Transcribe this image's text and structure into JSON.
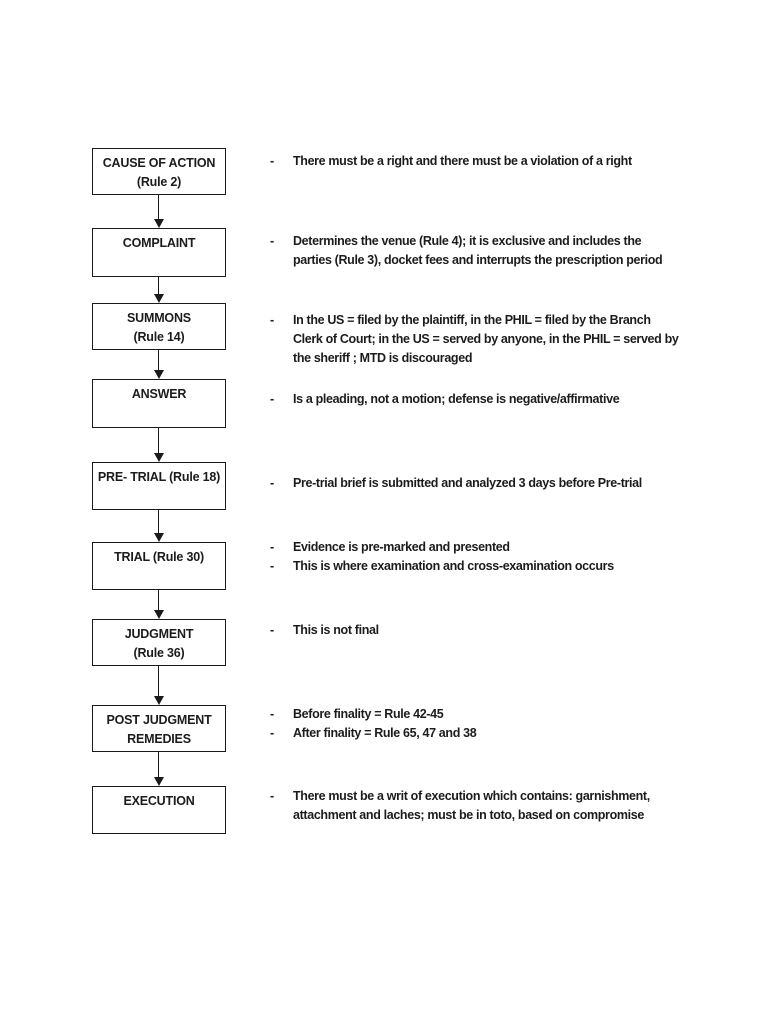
{
  "page": {
    "background": "#ffffff",
    "text_color": "#1c1c1c",
    "border_color": "#1b1b1b"
  },
  "flowchart": {
    "bullet_char": "-",
    "steps": [
      {
        "id": "cause-of-action",
        "box_lines": [
          "CAUSE OF ACTION",
          "(Rule 2)"
        ],
        "notes": [
          {
            "lines": [
              "There must be a right and there must be a violation of a right"
            ]
          }
        ]
      },
      {
        "id": "complaint",
        "box_lines": [
          "COMPLAINT"
        ],
        "notes": [
          {
            "lines": [
              "Determines the venue (Rule 4); it is exclusive and includes the",
              "parties (Rule 3), docket fees and interrupts the prescription period"
            ]
          }
        ]
      },
      {
        "id": "summons",
        "box_lines": [
          "SUMMONS",
          "(Rule 14)"
        ],
        "notes": [
          {
            "lines": [
              "In the US = filed by the plaintiff, in the PHIL = filed by the Branch",
              "Clerk of Court; in the US = served by anyone, in the PHIL = served by",
              "the sheriff ; MTD is discouraged"
            ]
          }
        ]
      },
      {
        "id": "answer",
        "box_lines": [
          "ANSWER"
        ],
        "notes": [
          {
            "lines": [
              "Is a pleading, not a motion; defense is negative/affirmative"
            ]
          }
        ]
      },
      {
        "id": "pre-trial",
        "box_lines": [
          "PRE- TRIAL (Rule 18)"
        ],
        "notes": [
          {
            "lines": [
              "Pre-trial brief is submitted and analyzed 3 days before Pre-trial"
            ]
          }
        ]
      },
      {
        "id": "trial",
        "box_lines": [
          "TRIAL (Rule 30)"
        ],
        "notes": [
          {
            "lines": [
              "Evidence is pre-marked and presented"
            ]
          },
          {
            "lines": [
              "This is where examination and cross-examination occurs"
            ]
          }
        ]
      },
      {
        "id": "judgment",
        "box_lines": [
          "JUDGMENT",
          "(Rule 36)"
        ],
        "notes": [
          {
            "lines": [
              "This is not final"
            ]
          }
        ]
      },
      {
        "id": "post-judgment-remedies",
        "box_lines": [
          "POST JUDGMENT",
          "REMEDIES"
        ],
        "notes": [
          {
            "lines": [
              "Before finality = Rule 42-45"
            ]
          },
          {
            "lines": [
              "After finality = Rule 65, 47 and 38"
            ]
          }
        ]
      },
      {
        "id": "execution",
        "box_lines": [
          "EXECUTION"
        ],
        "notes": [
          {
            "lines": [
              "There must be a writ of execution which contains: garnishment,",
              "attachment and laches;  must be in toto, based on compromise"
            ]
          }
        ]
      }
    ]
  }
}
